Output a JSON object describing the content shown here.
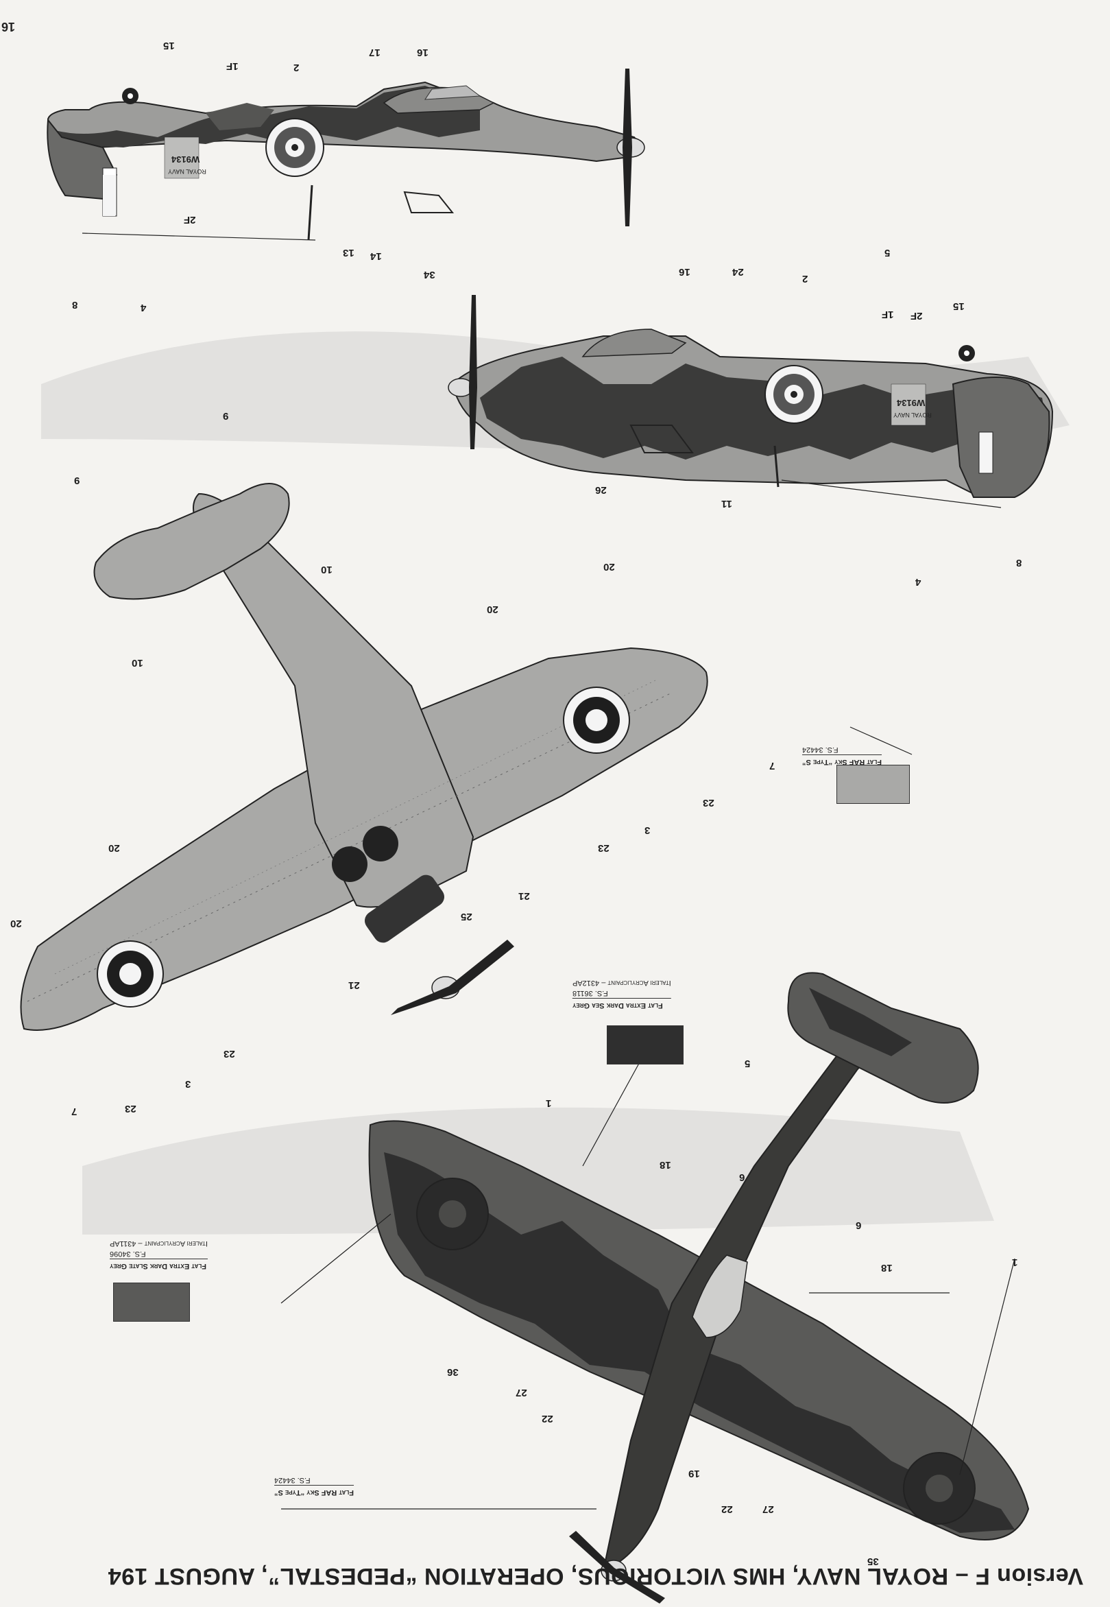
{
  "page": {
    "number": "16",
    "title": "Version F – ROYAL NAVY, HMS VICTORIOUS, OPERATION “PEDESTAL”, AUGUST 194"
  },
  "colors": {
    "sky": "#a9a9a7",
    "dark_sea_grey": "#2f2f2f",
    "dark_slate_grey": "#5a5a58",
    "roundel_red": "#5e5e5e"
  },
  "paints": [
    {
      "name": "Flat RAF Sky “Type S”",
      "fs": "F.S. 34424",
      "acrylic": ""
    },
    {
      "name": "Flat Extra Dark Sea Grey",
      "fs": "F.S. 36118",
      "acrylic": "Italeri Acrylicpaint – 4312AP"
    },
    {
      "name": "Flat Extra Dark Slate Grey",
      "fs": "F.S. 34096",
      "acrylic": "Italeri Acrylicpaint – 4311AP"
    },
    {
      "name": "Flat RAF Sky “Type S”",
      "fs": "F.S. 34424",
      "acrylic": ""
    }
  ],
  "serials": {
    "top_side": "W9134",
    "mid_side": "W9134",
    "navy_label": "ROYAL NAVY"
  },
  "callouts": {
    "side1": [
      "15",
      "1F",
      "2",
      "17",
      "16",
      "2F",
      "13",
      "14",
      "34",
      "8",
      "4"
    ],
    "side2": [
      "16",
      "24",
      "2",
      "5",
      "2F",
      "1F",
      "15",
      "26",
      "11",
      "4",
      "8"
    ],
    "under": [
      "9",
      "9",
      "10",
      "10",
      "20",
      "20",
      "20",
      "20",
      "7",
      "23",
      "3",
      "23",
      "21",
      "25",
      "21",
      "23",
      "3",
      "23",
      "7"
    ],
    "upper": [
      "5",
      "1",
      "18",
      "6",
      "6",
      "18",
      "1",
      "36",
      "27",
      "22",
      "19",
      "22",
      "27",
      "35"
    ]
  }
}
